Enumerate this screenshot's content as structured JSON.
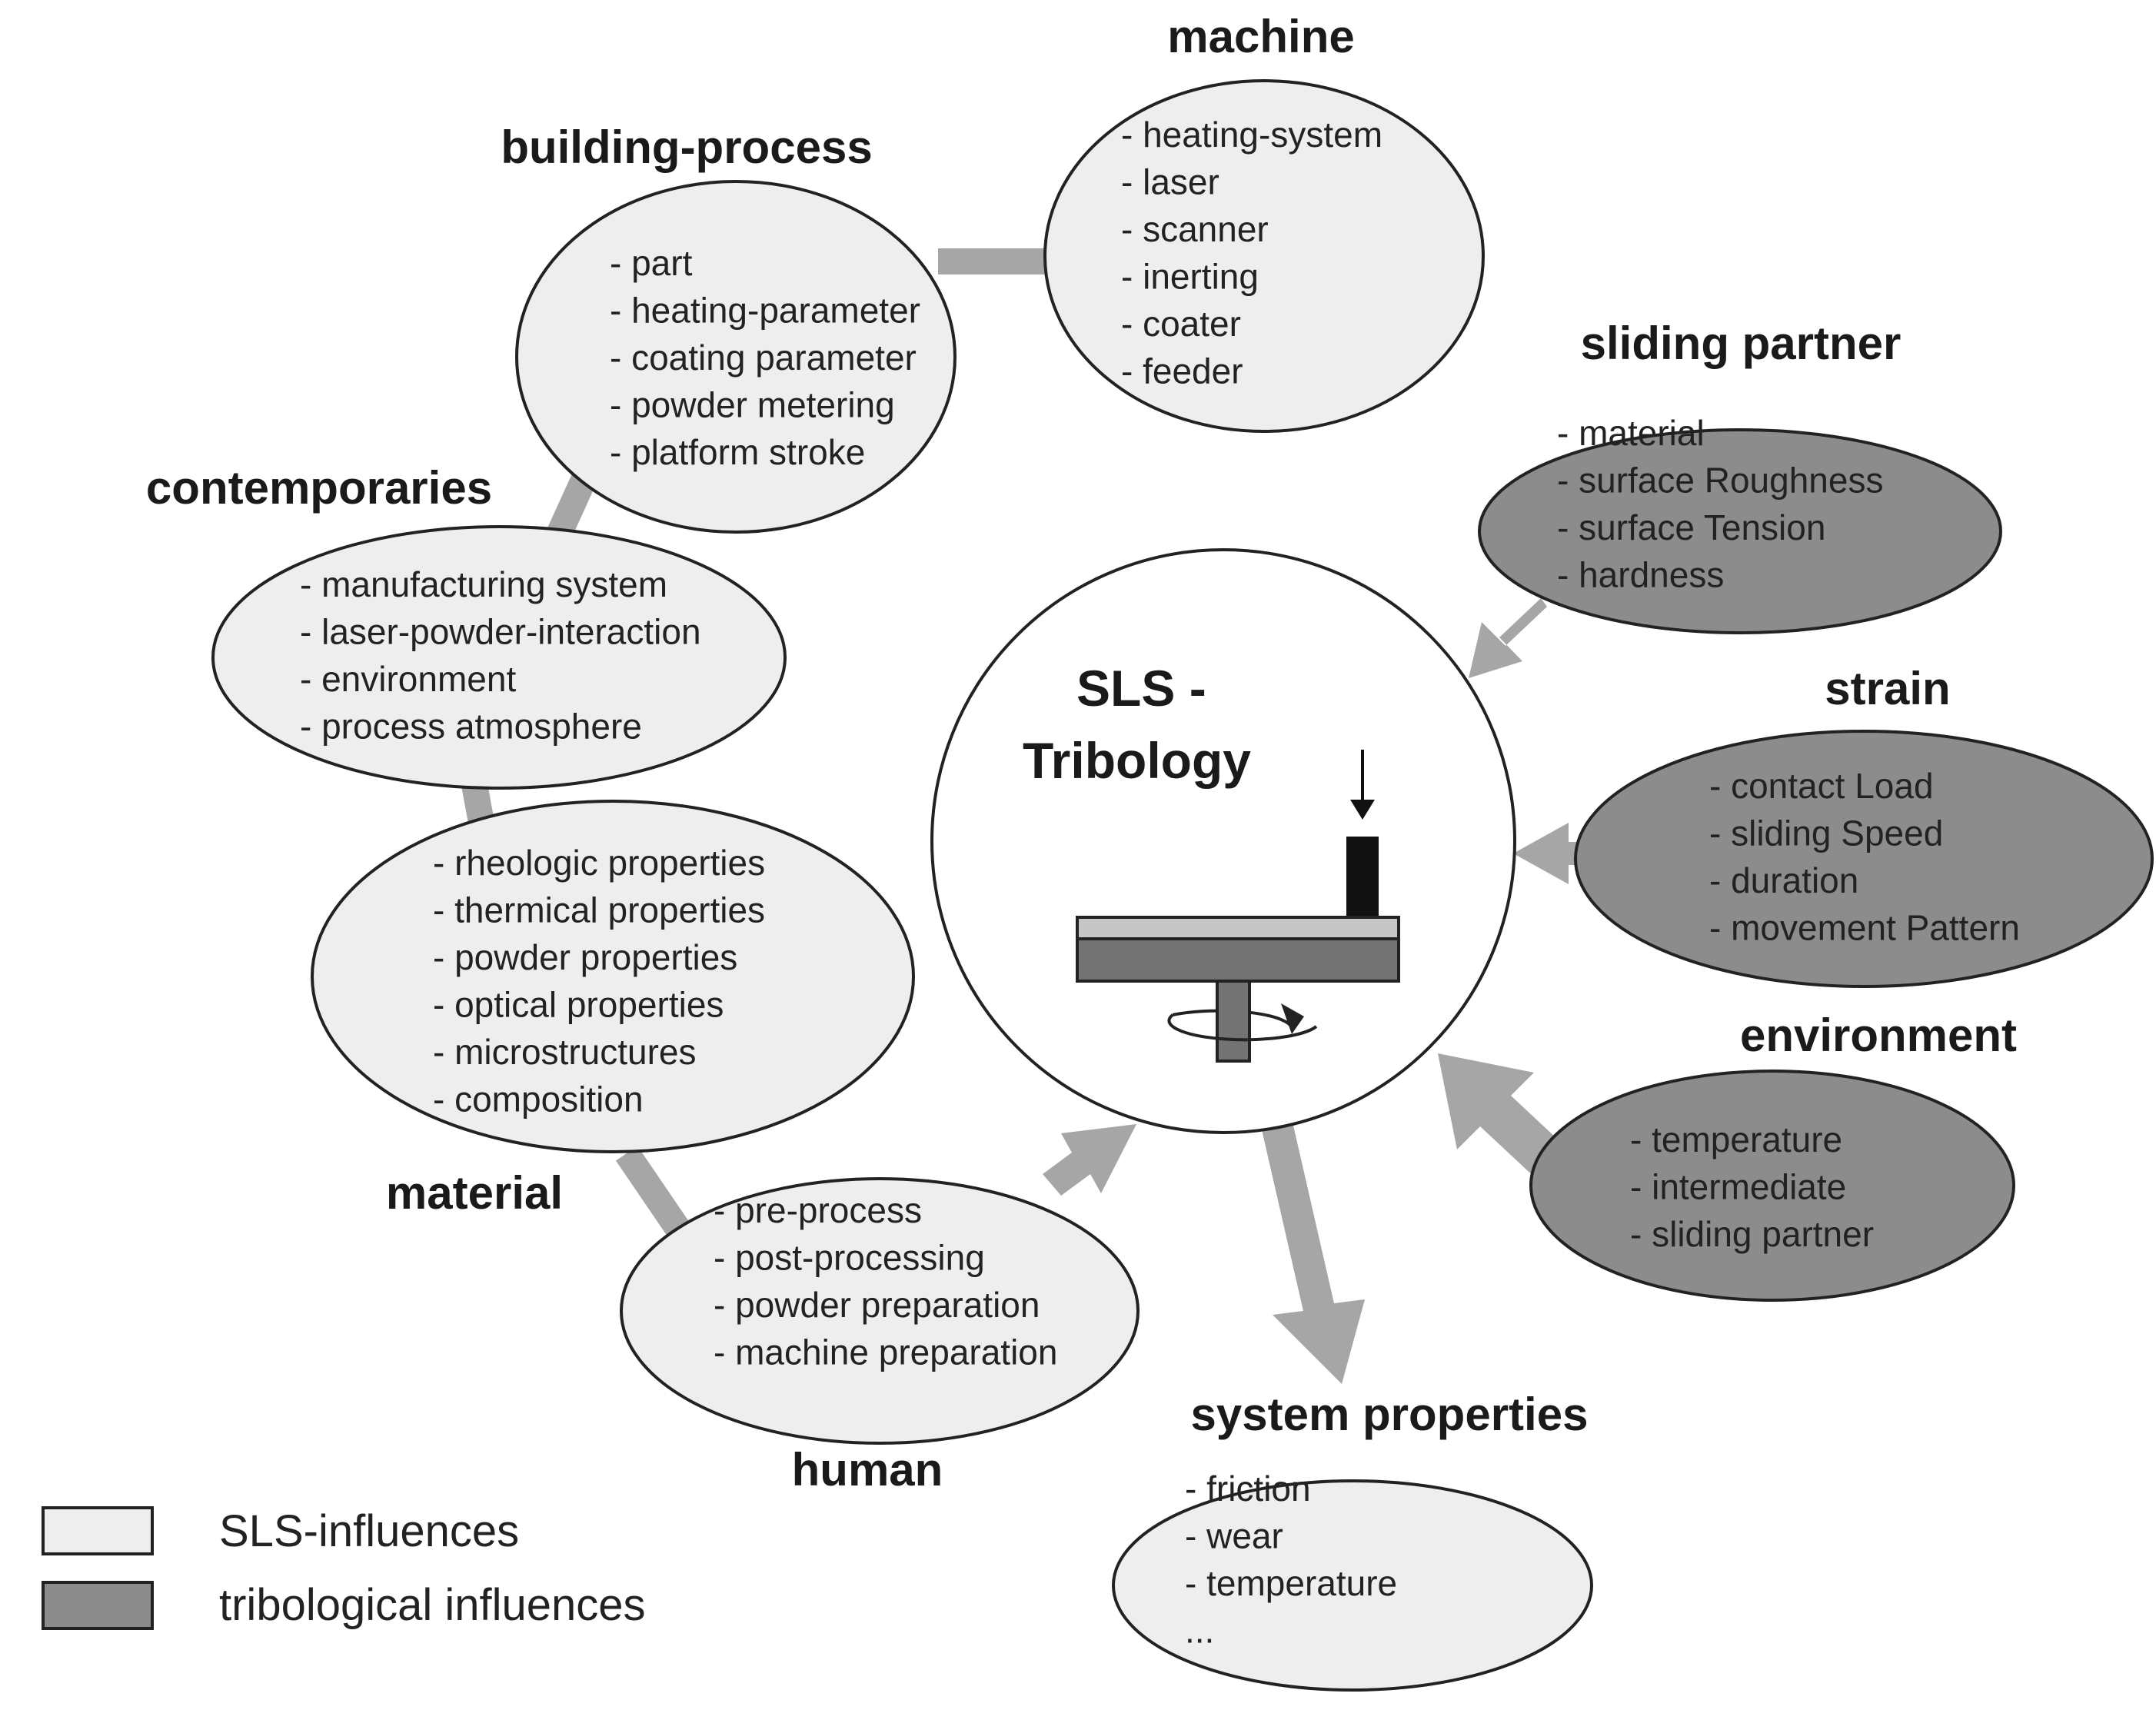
{
  "colors": {
    "light_fill": "#eeeeee",
    "dark_fill": "#8c8c8c",
    "connector": "#a6a6a6",
    "stroke": "#222222",
    "center_fill": "#ffffff"
  },
  "center": {
    "title_line1": "SLS -",
    "title_line2": "Tribology",
    "icon": "pin-on-disc-tribometer-icon"
  },
  "groups": {
    "machine": {
      "title": "machine",
      "items": [
        "- heating-system",
        "- laser",
        "- scanner",
        "- inerting",
        "- coater",
        "- feeder"
      ]
    },
    "building_process": {
      "title": "building-process",
      "items": [
        "- part",
        "- heating-parameter",
        "- coating parameter",
        "- powder metering",
        "- platform stroke"
      ]
    },
    "contemporaries": {
      "title": "contemporaries",
      "items": [
        "- manufacturing system",
        "- laser-powder-interaction",
        "- environment",
        "- process atmosphere"
      ]
    },
    "material": {
      "title": "material",
      "items": [
        "- rheologic properties",
        "- thermical properties",
        "- powder properties",
        "- optical properties",
        "- microstructures",
        "- composition"
      ]
    },
    "human": {
      "title": "human",
      "items": [
        "- pre-process",
        "- post-processing",
        "- powder preparation",
        "- machine preparation"
      ]
    },
    "sliding_partner": {
      "title": "sliding partner",
      "items": [
        "- material",
        "- surface Roughness",
        "- surface Tension",
        "- hardness"
      ]
    },
    "strain": {
      "title": "strain",
      "items": [
        "- contact Load",
        "- sliding Speed",
        "- duration",
        "- movement Pattern"
      ]
    },
    "environment": {
      "title": "environment",
      "items": [
        "- temperature",
        "- intermediate",
        "- sliding partner"
      ]
    },
    "system_properties": {
      "title": "system properties",
      "items": [
        "- friction",
        "- wear",
        "- temperature",
        "..."
      ]
    }
  },
  "legend": {
    "sls_label": "SLS-influences",
    "tribo_label": "tribological influences"
  }
}
